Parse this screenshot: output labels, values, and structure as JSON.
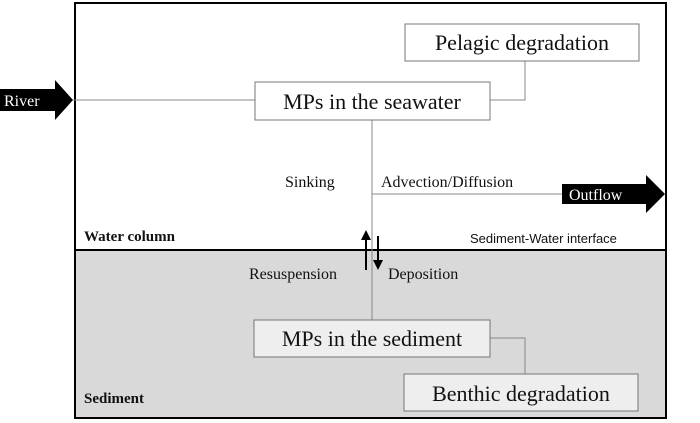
{
  "river": "River",
  "outflow": "Outflow",
  "pelagic_degradation": "Pelagic degradation",
  "mps_seawater": "MPs in the seawater",
  "sinking": "Sinking",
  "advection_diffusion": "Advection/Diffusion",
  "water_column": "Water column",
  "sediment_water_interface": "Sediment-Water interface",
  "resuspension": "Resuspension",
  "deposition": "Deposition",
  "mps_sediment": "MPs in the sediment",
  "benthic_degradation": "Benthic degradation",
  "sediment": "Sediment",
  "colors": {
    "sediment_fill": "#d9d9d9",
    "arrow_fill": "#000000",
    "arrow_text": "#ffffff"
  }
}
